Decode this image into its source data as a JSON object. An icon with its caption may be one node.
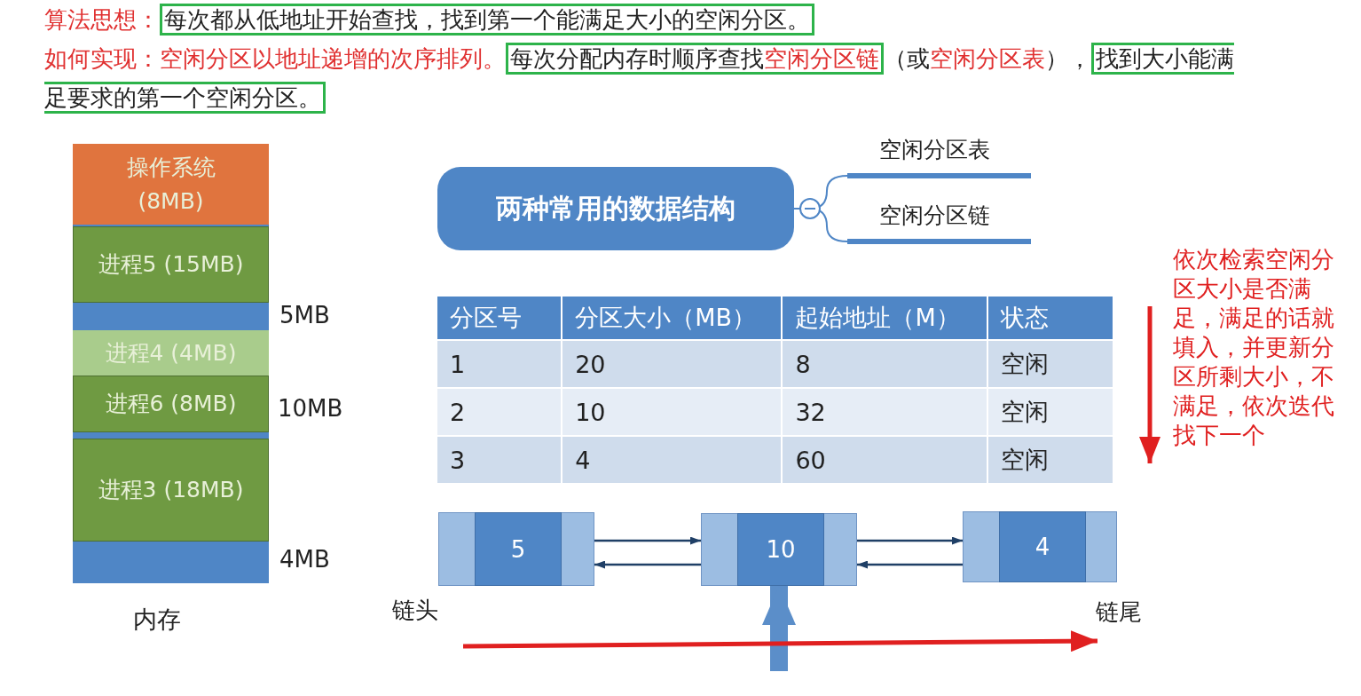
{
  "diagram": {
    "nodes": [
      {
        "text": [
          "内存"
        ]
      },
      {
        "text": [
          "操作系统 (8MB)"
        ],
        "in": 0
      },
      {
        "text": [
          "进程5 (15MB)"
        ],
        "in": 0
      },
      {
        "text": [],
        "shape": "bar",
        "in": 0
      },
      {
        "text": [
          "进程4 (4MB)"
        ],
        "in": 0
      },
      {
        "text": [
          "进程6 (8MB)"
        ],
        "in": 0
      },
      {
        "text": [],
        "shape": "bar",
        "in": 0
      },
      {
        "text": [
          "进程3 (18MB)"
        ],
        "in": 0
      },
      {
        "text": [],
        "shape": "bar",
        "in": 0
      },
      {
        "text": [
          "两种常用的数据结构"
        ]
      },
      {
        "text": [
          "空闲分区表"
        ]
      },
      {
        "text": [
          "空闲分区链"
        ]
      },
      {
        "text": [
          "5"
        ]
      },
      {
        "text": [
          "10"
        ]
      },
      {
        "text": [
          "4"
        ]
      }
    ],
    "edges": [
      {
        "from": 9,
        "to": 10,
        "arrow": "none",
        "color": "#4f86c6"
      },
      {
        "from": 9,
        "to": 11,
        "arrow": "none",
        "color": "#4f86c6"
      },
      {
        "from": 12,
        "to": 13,
        "arrow": "to"
      },
      {
        "from": 13,
        "to": 12,
        "arrow": "to"
      },
      {
        "from": 13,
        "to": 14,
        "arrow": "to"
      },
      {
        "from": 14,
        "to": 13,
        "arrow": "to"
      },
      {
        "from": null,
        "to": 13,
        "arrow": "to",
        "style": "thick",
        "color": "#5b8ec9"
      }
    ],
    "labels": [
      "算法思想：",
      "每次都从低地址开始查找，找到第一个能满足大小的空闲分区。",
      "如何实现：空闲分区以地址递增的次序排列。",
      "每次分配内存时顺序查找",
      "空闲分区链",
      "（或",
      "空闲分区表",
      "），",
      "找到大小能满足要求的第一个空闲分区。",
      "依次检索空闲分区大小是否满足，满足的话就填入，并更新分区所剩大小，不满足，依次迭代找下一个",
      "5MB",
      "10MB",
      "4MB",
      "链头",
      "链尾",
      "分区号",
      "分区大小（MB）",
      "起始地址（M）",
      "状态",
      "1",
      "20",
      "8",
      "空闲",
      "2",
      "10",
      "32",
      "空闲",
      "3",
      "4",
      "60",
      "空闲"
    ]
  }
}
